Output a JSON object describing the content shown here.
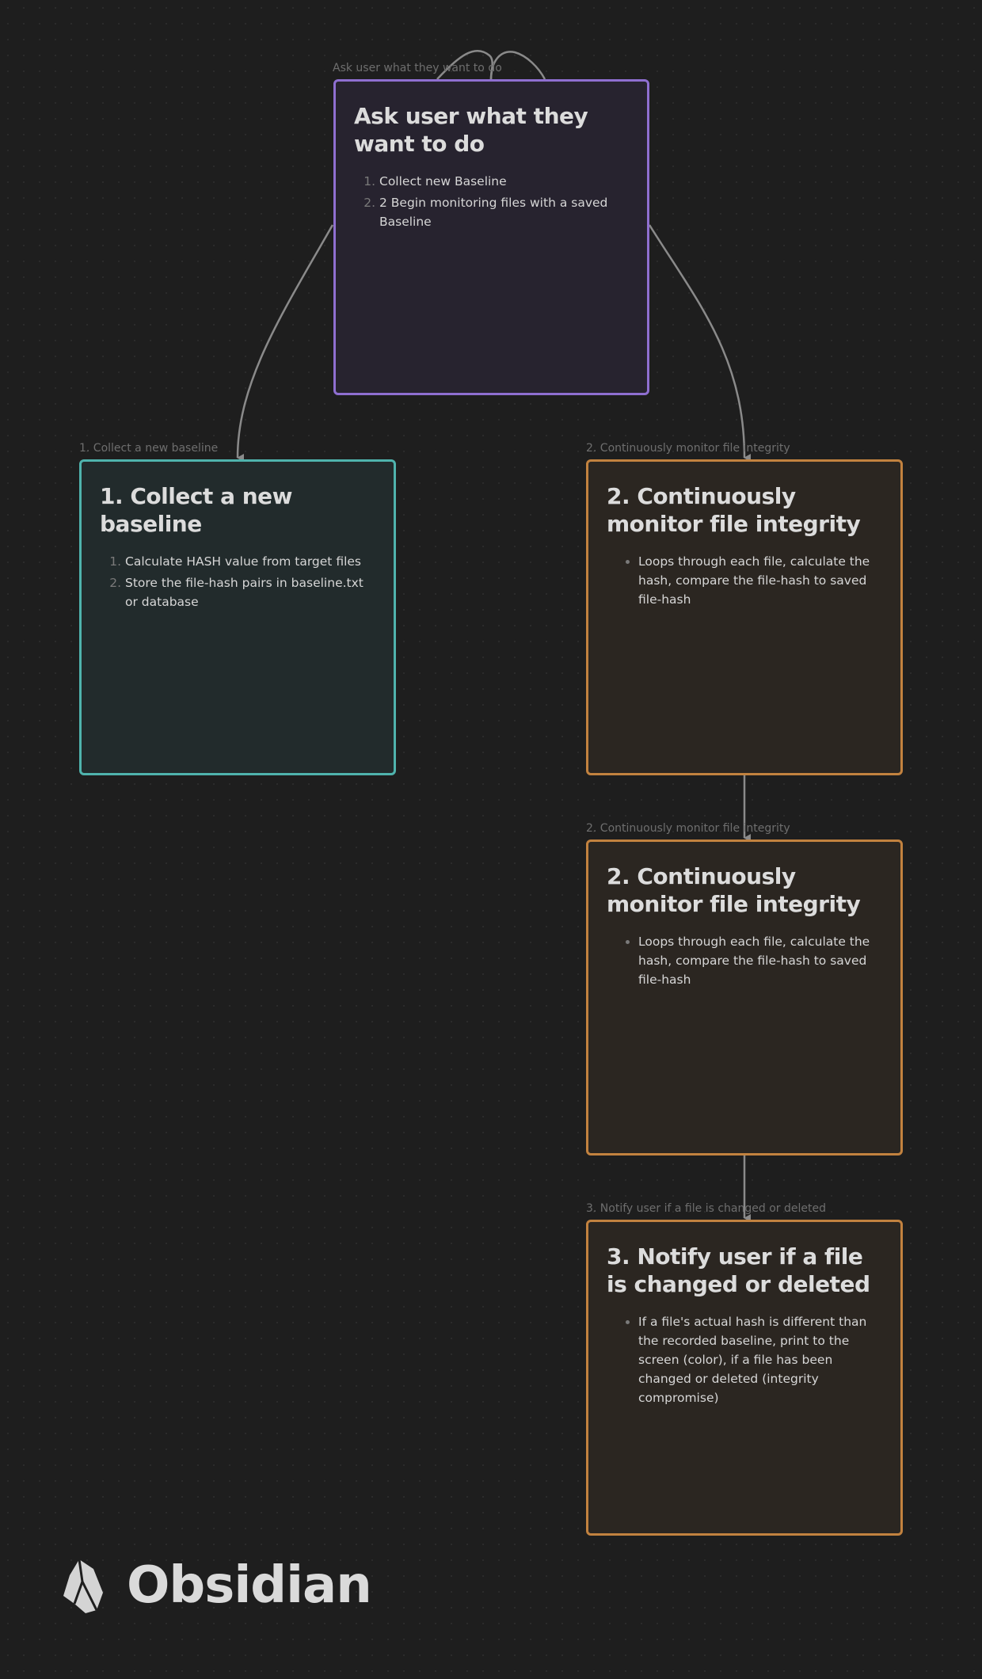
{
  "colors": {
    "background": "#1e1e1e",
    "purple": "#8f6fd1",
    "teal": "#4fb3ad",
    "orange": "#c2823f",
    "edge": "#8a8a8a"
  },
  "nodes": [
    {
      "label": "Ask user what they want to do",
      "color": "purple",
      "title": "Ask user what they want to do",
      "list_type": "ol",
      "items": [
        "Collect new Baseline",
        "2 Begin monitoring files with a saved Baseline"
      ]
    },
    {
      "label": "1. Collect a new baseline",
      "color": "teal",
      "title": "1. Collect a new baseline",
      "list_type": "ol",
      "items": [
        "Calculate HASH value from target files",
        "Store the file-hash pairs in baseline.txt or database"
      ]
    },
    {
      "label": "2. Continuously monitor file integrity",
      "color": "orange",
      "title": "2. Continuously monitor file integrity",
      "list_type": "ul",
      "items": [
        "Loops through each file, calculate the hash, compare the file-hash to saved file-hash"
      ]
    },
    {
      "label": "2. Continuously monitor file integrity",
      "color": "orange",
      "title": "2. Continuously monitor file integrity",
      "list_type": "ul",
      "items": [
        "Loops through each file, calculate the hash, compare the file-hash to saved file-hash"
      ]
    },
    {
      "label": "3. Notify user if a file is changed or deleted",
      "color": "orange",
      "title": "3. Notify user if a file is changed or deleted",
      "list_type": "ul",
      "items": [
        "If a file's actual hash is different than the recorded baseline, print to the screen (color), if a file has been changed or deleted (integrity compromise)"
      ]
    }
  ],
  "edges": [
    {
      "from": "Ask user what they want to do",
      "to": "1. Collect a new baseline"
    },
    {
      "from": "Ask user what they want to do",
      "to": "2. Continuously monitor file integrity"
    },
    {
      "from": "2. Continuously monitor file integrity",
      "to": "2. Continuously monitor file integrity"
    },
    {
      "from": "2. Continuously monitor file integrity",
      "to": "3. Notify user if a file is changed or deleted"
    }
  ],
  "watermark": {
    "icon": "obsidian-logo-icon",
    "text": "Obsidian"
  }
}
